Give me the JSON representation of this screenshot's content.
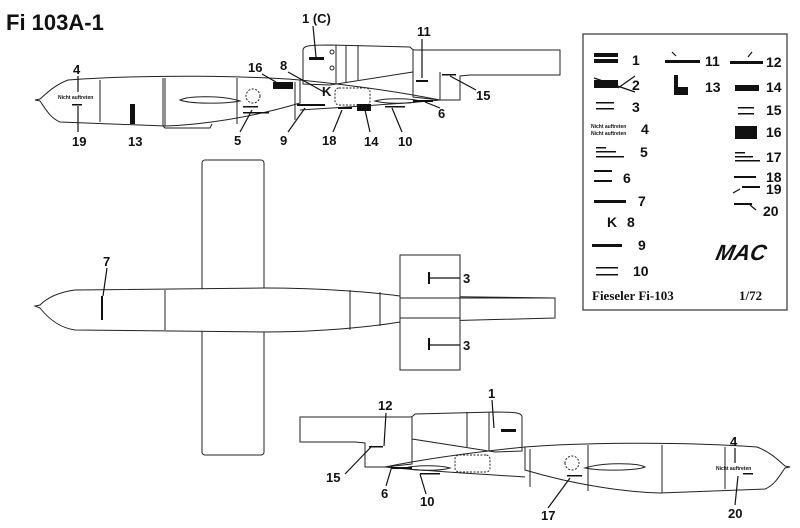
{
  "title": "Fi 103A-1",
  "side_view_top": {
    "labels": [
      "1 (C)",
      "4",
      "19",
      "13",
      "16",
      "8",
      "5",
      "9",
      "18",
      "14",
      "10",
      "6",
      "11",
      "15"
    ],
    "stencil_text": "Nicht auftreten",
    "k_marking": "K"
  },
  "plan_view": {
    "labels": [
      "7",
      "3",
      "3"
    ]
  },
  "side_view_bottom": {
    "labels": [
      "1",
      "12",
      "15",
      "6",
      "10",
      "17",
      "4",
      "20"
    ],
    "stencil_text": "Nicht auftreten"
  },
  "legend": {
    "left_col": [
      "1",
      "2",
      "3",
      "4",
      "5",
      "6",
      "7",
      "8",
      "9",
      "10"
    ],
    "mid_col": [
      "11",
      "13"
    ],
    "right_col": [
      "12",
      "14",
      "15",
      "16",
      "17",
      "18",
      "19",
      "20"
    ],
    "item4_text": [
      "Nicht auftreten",
      "Nicht auftreten"
    ],
    "item8_text": "K",
    "logo_text": "MAC",
    "model_name": "Fieseler Fi-103",
    "scale": "1/72"
  }
}
